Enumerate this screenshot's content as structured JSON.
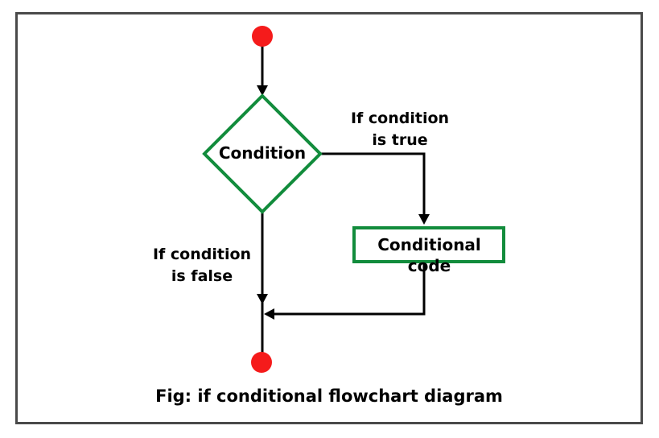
{
  "diagram": {
    "caption": "Fig: if conditional flowchart diagram",
    "nodes": {
      "start": {
        "type": "terminal-circle"
      },
      "condition": {
        "label": "Condition",
        "shape": "diamond"
      },
      "conditional_code": {
        "label": "Conditional code",
        "shape": "rectangle"
      },
      "end": {
        "type": "terminal-circle"
      }
    },
    "edges": {
      "true_branch_label": "If condition\nis true",
      "false_branch_label": "If condition\nis false"
    }
  },
  "colors": {
    "shape_outline_green": "#128c3c",
    "terminal_red": "#f51b1b",
    "connector_black": "#000000",
    "frame_border": "#4a4a4a",
    "background": "#ffffff"
  }
}
